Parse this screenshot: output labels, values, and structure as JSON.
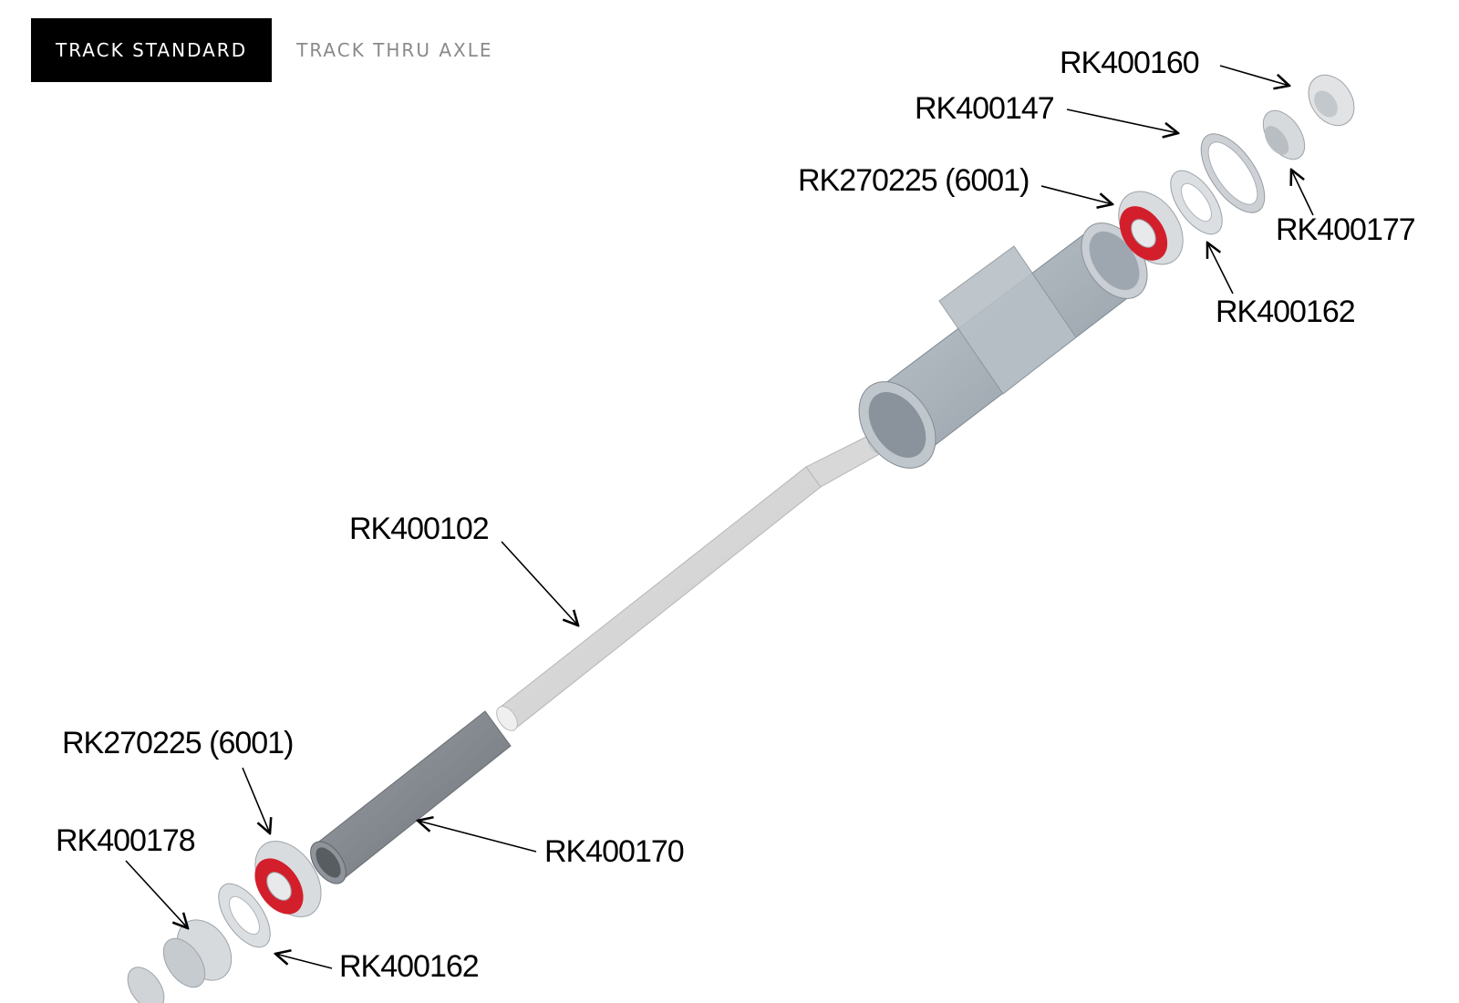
{
  "tabs": [
    {
      "label": "TRACK STANDARD",
      "active": true
    },
    {
      "label": "TRACK THRU AXLE",
      "active": false
    }
  ],
  "parts": {
    "top_nut": "RK400160",
    "top_lockring": "RK400147",
    "top_bearing": "RK270225 (6001)",
    "top_endcap": "RK400177",
    "top_spacer": "RK400162",
    "axle": "RK400102",
    "bottom_bearing": "RK270225 (6001)",
    "bottom_endcap": "RK400178",
    "sleeve": "RK400170",
    "bottom_spacer": "RK400162"
  },
  "colors": {
    "bearing_seal": "#d21f2b",
    "metal_light": "#d4d7da",
    "metal_body": "#aab3bb",
    "sleeve": "#80858b"
  }
}
